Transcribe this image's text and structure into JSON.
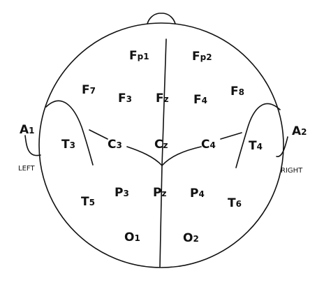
{
  "electrodes": [
    {
      "id": "fp1",
      "main": "F",
      "sub": "p1"
    },
    {
      "id": "fp2",
      "main": "F",
      "sub": "p2"
    },
    {
      "id": "f7",
      "main": "F",
      "sub": "7"
    },
    {
      "id": "f3",
      "main": "F",
      "sub": "3"
    },
    {
      "id": "fz",
      "main": "F",
      "sub": "z"
    },
    {
      "id": "f4",
      "main": "F",
      "sub": "4"
    },
    {
      "id": "f8",
      "main": "F",
      "sub": "8"
    },
    {
      "id": "a1",
      "main": "A",
      "sub": "1"
    },
    {
      "id": "t3",
      "main": "T",
      "sub": "3"
    },
    {
      "id": "c3",
      "main": "C",
      "sub": "3"
    },
    {
      "id": "cz",
      "main": "C",
      "sub": "z"
    },
    {
      "id": "c4",
      "main": "C",
      "sub": "4"
    },
    {
      "id": "t4",
      "main": "T",
      "sub": "4"
    },
    {
      "id": "a2",
      "main": "A",
      "sub": "2"
    },
    {
      "id": "t5",
      "main": "T",
      "sub": "5"
    },
    {
      "id": "p3",
      "main": "P",
      "sub": "3"
    },
    {
      "id": "pz",
      "main": "P",
      "sub": "z"
    },
    {
      "id": "p4",
      "main": "P",
      "sub": "4"
    },
    {
      "id": "t6",
      "main": "T",
      "sub": "6"
    },
    {
      "id": "o1",
      "main": "O",
      "sub": "1"
    },
    {
      "id": "o2",
      "main": "O",
      "sub": "2"
    }
  ],
  "side_labels": {
    "left": "LEFT",
    "right": "RIGHT"
  }
}
